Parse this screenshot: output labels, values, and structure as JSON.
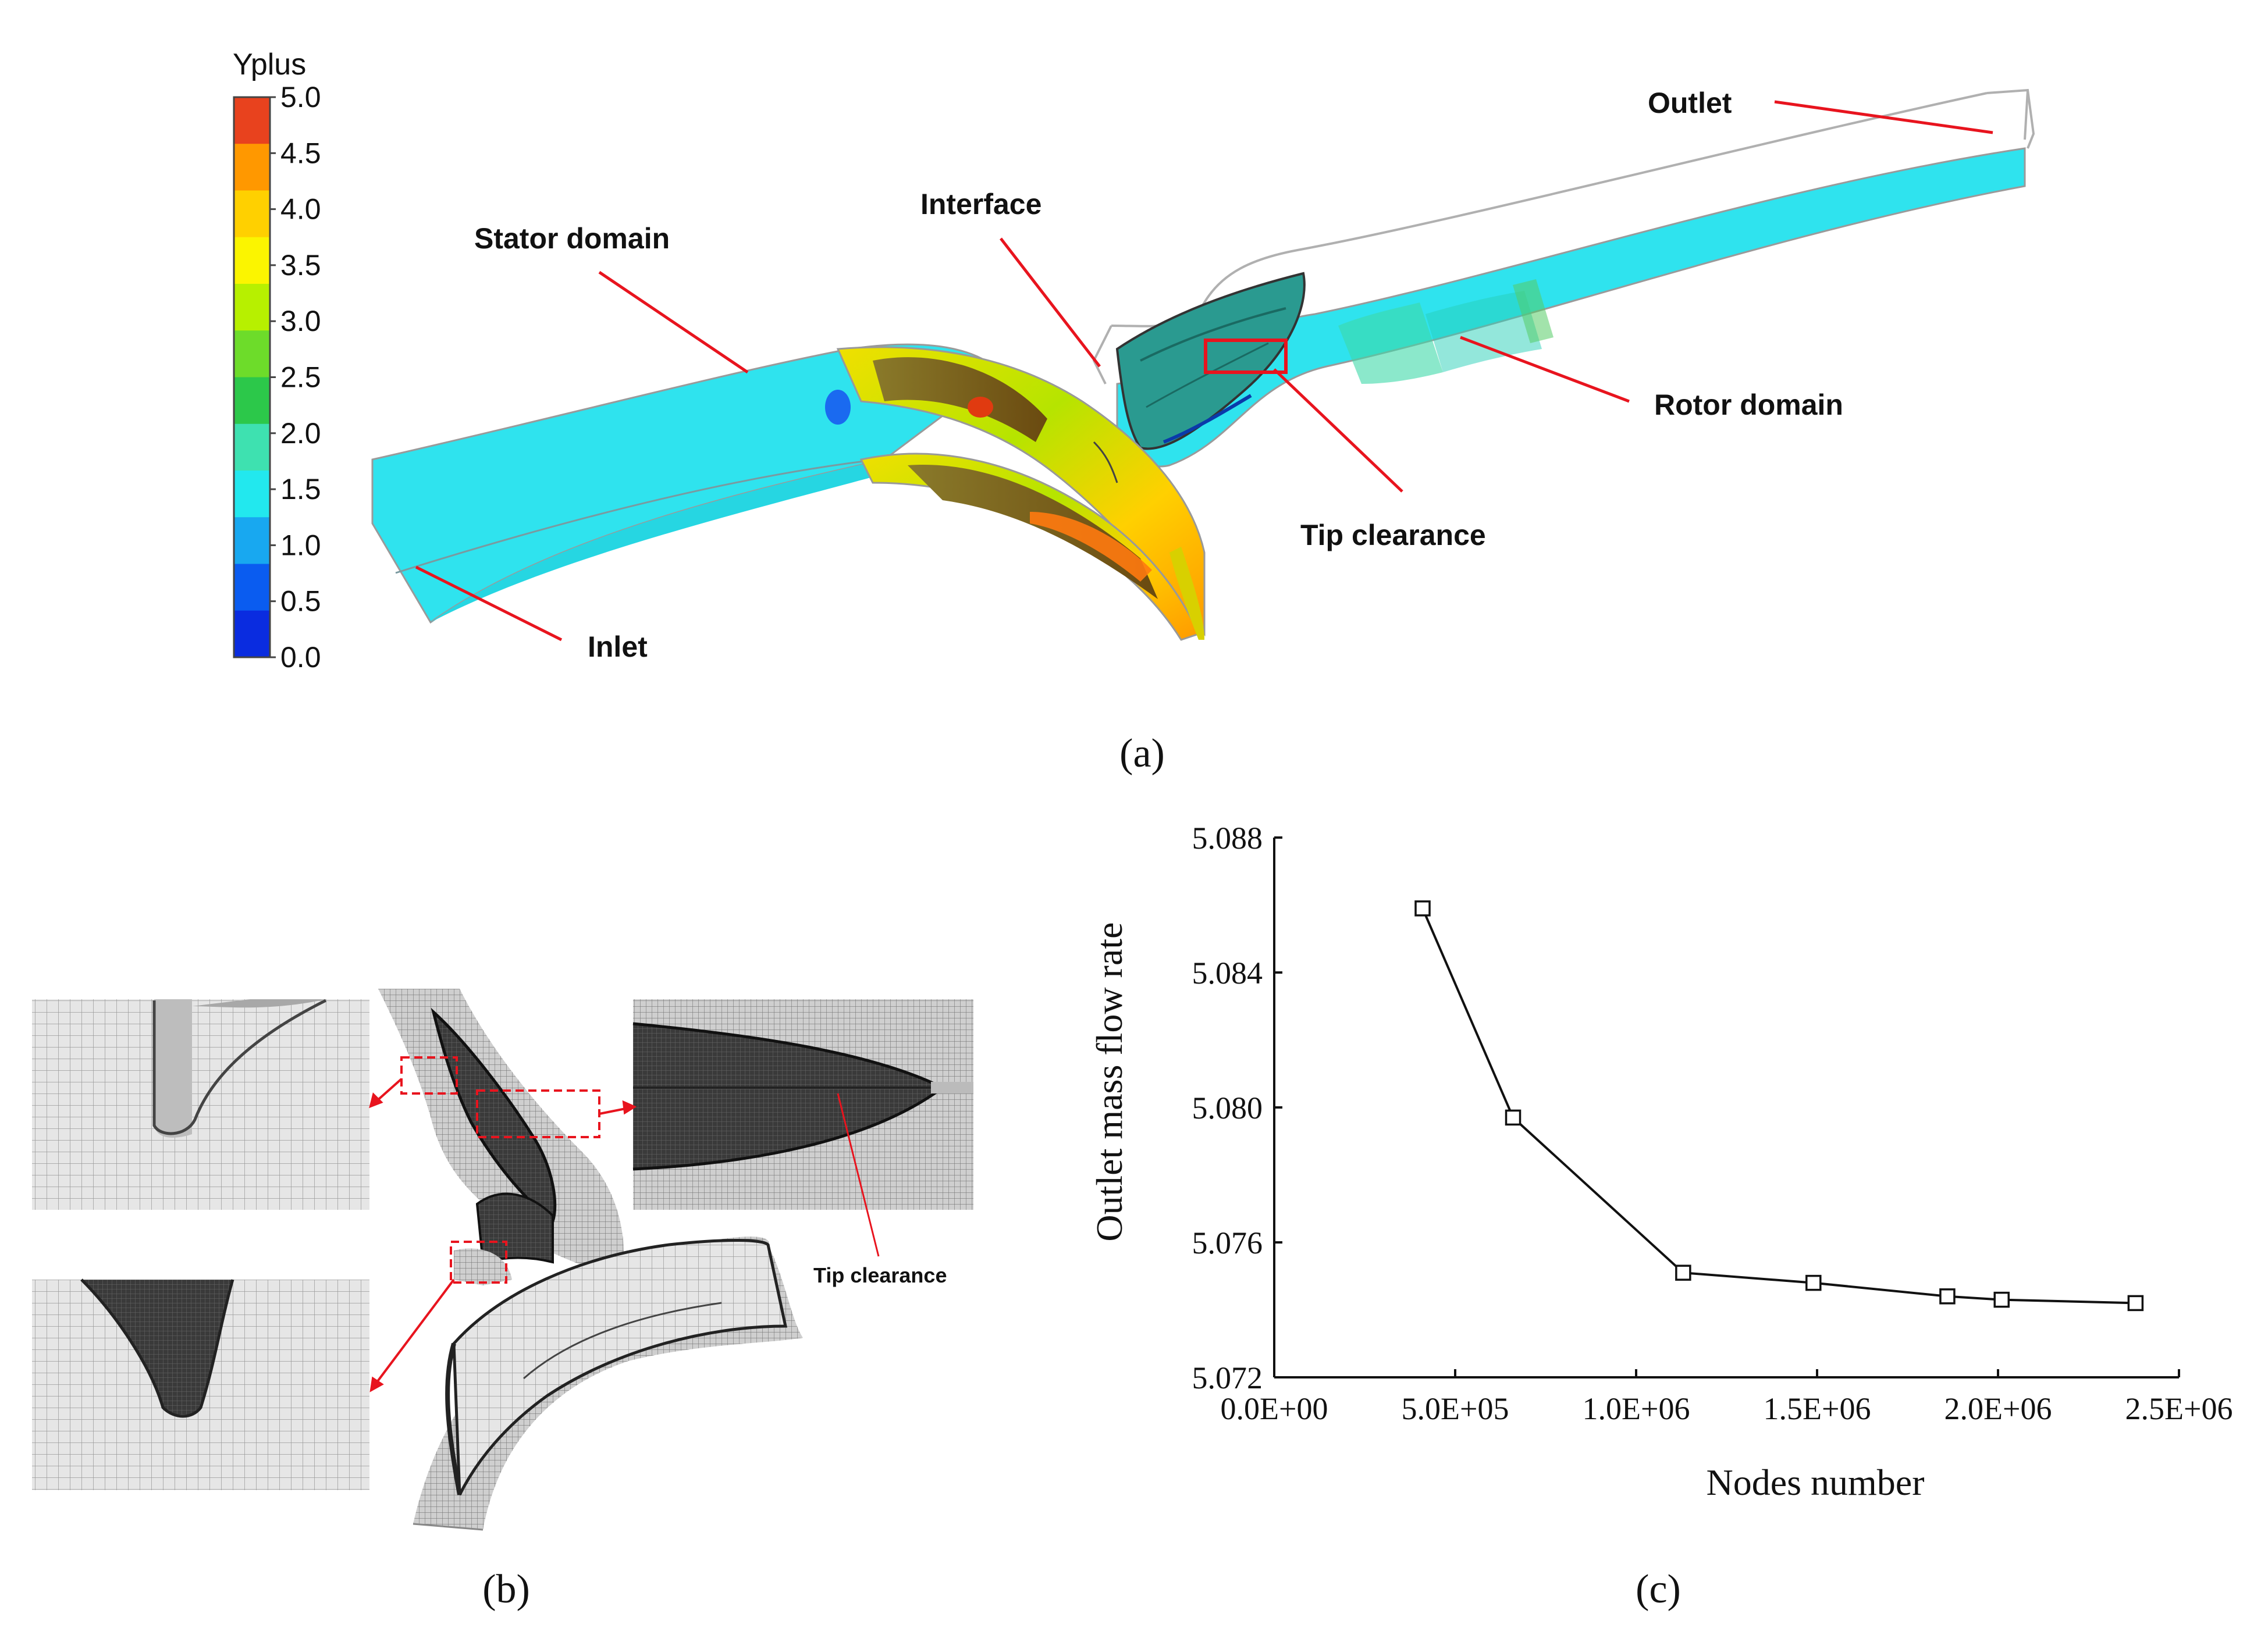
{
  "panel_a": {
    "caption": "(a)",
    "colorbar": {
      "title": "Yplus",
      "ticks": [
        "5.0",
        "4.5",
        "4.0",
        "3.5",
        "3.0",
        "2.5",
        "2.0",
        "1.5",
        "1.0",
        "0.5",
        "0.0"
      ],
      "colors": [
        "#e8421e",
        "#ff9800",
        "#ffd000",
        "#fbf500",
        "#b7f000",
        "#6ddc2a",
        "#2cc84a",
        "#3ee1b0",
        "#22e8ee",
        "#18a8f0",
        "#0a5cf0",
        "#0a2ce0"
      ]
    },
    "labels": {
      "stator": "Stator domain",
      "interface": "Interface",
      "outlet": "Outlet",
      "rotor": "Rotor domain",
      "tip": "Tip clearance",
      "inlet": "Inlet"
    },
    "colors": {
      "leader": "#e8141e",
      "domain": "#2fe3ee",
      "outline": "#b0b0b0"
    }
  },
  "panel_b": {
    "caption": "(b)",
    "tip_label": "Tip clearance"
  },
  "panel_c": {
    "caption": "(c)",
    "chart_data": {
      "type": "line",
      "xlabel": "Nodes number",
      "ylabel": "Outlet mass flow rate",
      "xlim": [
        0,
        2500000
      ],
      "ylim": [
        5.072,
        5.088
      ],
      "x_ticks": [
        0,
        500000,
        1000000,
        1500000,
        2000000,
        2500000
      ],
      "x_tick_labels": [
        "0.0E+00",
        "5.0E+05",
        "1.0E+06",
        "1.5E+06",
        "2.0E+06",
        "2.5E+06"
      ],
      "y_ticks": [
        5.072,
        5.076,
        5.08,
        5.084,
        5.088
      ],
      "y_tick_labels": [
        "5.072",
        "5.076",
        "5.080",
        "5.084",
        "5.088"
      ],
      "marker": "open-square",
      "series": [
        {
          "x": [
            410000,
            660000,
            1130000,
            1490000,
            1860000,
            2010000,
            2380000
          ],
          "y": [
            5.0859,
            5.0797,
            5.0751,
            5.0748,
            5.0744,
            5.0743,
            5.0742
          ]
        }
      ],
      "grid": false,
      "legend": "none"
    }
  }
}
